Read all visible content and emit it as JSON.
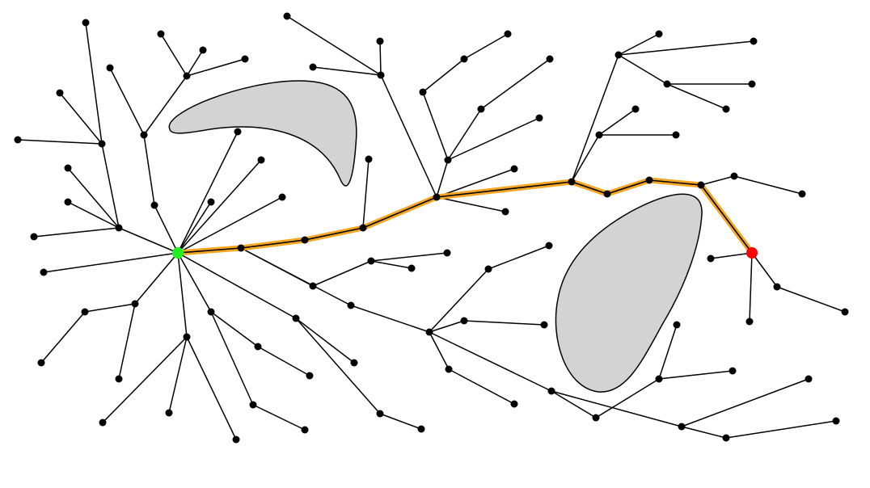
{
  "diagram": {
    "type": "rrt-path-planning-tree",
    "colors": {
      "background": "#ffffff",
      "edge": "#000000",
      "node": "#000000",
      "obstacle_fill": "#d3d3d3",
      "obstacle_stroke": "#000000",
      "path_highlight": "#f5a623",
      "path_core": "#000000",
      "start": "#22ee22",
      "goal": "#ff0000"
    },
    "start_node": "s",
    "goal_node": "g",
    "path": [
      "s",
      "n1",
      "n2",
      "n3",
      "n4",
      "n5",
      "n6",
      "n7",
      "n8",
      "g"
    ]
  }
}
